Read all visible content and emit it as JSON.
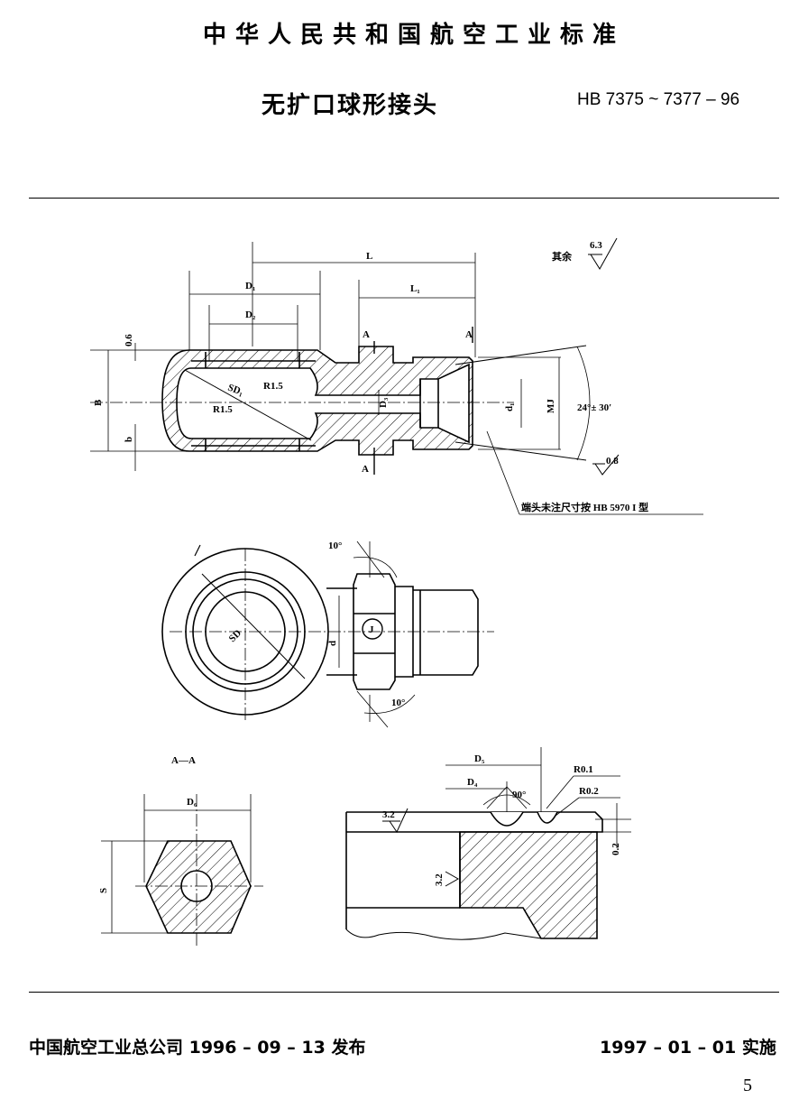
{
  "header": {
    "standard_title": "中华人民共和国航空工业标准",
    "product_title": "无扩口球形接头",
    "standard_code": "HB 7375 ~ 7377 – 96"
  },
  "drawing": {
    "roughness_note": "其余",
    "roughness_rest": "6.3",
    "roughness_08": "0.8",
    "roughness_32a": "3.2",
    "roughness_32b": "3.2",
    "dim_L": "L",
    "dim_L1": "L₁",
    "dim_D1": "D₁",
    "dim_D2": "D₂",
    "dim_D3": "D₃",
    "dim_d1": "d₁",
    "dim_SD1": "SD₁",
    "dim_MJ": "MJ",
    "dim_B": "B",
    "dim_b": "b",
    "dim_06": "0.6",
    "radius_a": "R1.5",
    "radius_b": "R1.5",
    "angle_taper": "24°± 30′",
    "section_mark_top": "A",
    "section_mark_top2": "A",
    "section_mark_bottom": "A",
    "end_note": "端头未注尺寸按 HB 5970 I 型",
    "angle_10_top": "10°",
    "angle_10_bottom": "10°",
    "dim_SD": "SD",
    "dim_d": "d",
    "marking_J": "J",
    "section_label": "A—A",
    "dim_D6": "D₆",
    "dim_S": "S",
    "dim_D5": "D₅",
    "dim_D4": "D₄",
    "angle_90": "90°",
    "radius_r01": "R0.1",
    "radius_r02": "R0.2",
    "dim_02": "0.2"
  },
  "footer": {
    "issuer": "中国航空工业总公司 1996 – 09 – 13 发布",
    "effective": "1997 – 01 – 01 实施",
    "page_number": "5"
  }
}
